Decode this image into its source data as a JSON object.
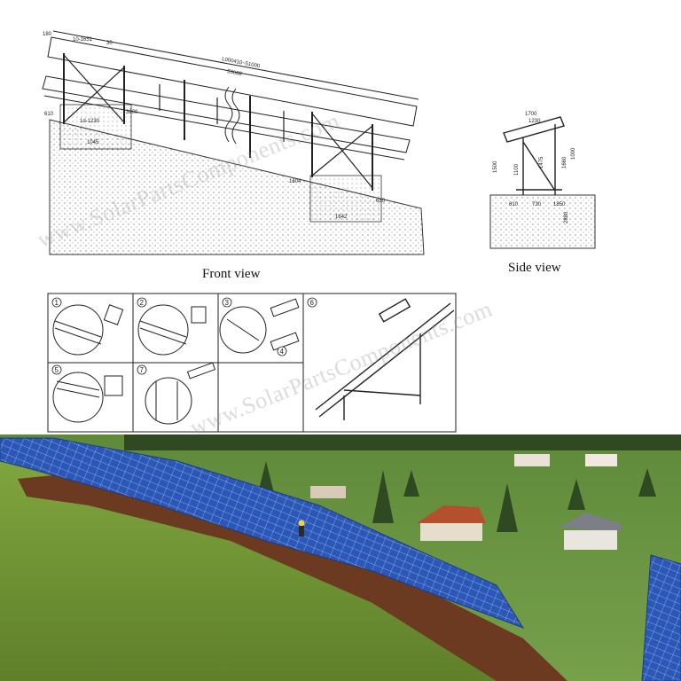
{
  "diagram": {
    "front_caption": "Front view",
    "side_caption": "Side view",
    "front_dims": [
      "180",
      "10-1651",
      "30",
      "L000410~51000",
      "53688",
      "3600",
      "610",
      "1d-1230",
      "1045",
      "1604",
      "1642",
      "650"
    ],
    "side_dims": [
      "1700",
      "1230",
      "1500",
      "1100",
      "1660",
      "1475",
      "610",
      "730",
      "1850",
      "1000",
      "2880"
    ],
    "steps": [
      "1",
      "2",
      "3",
      "4",
      "5",
      "6",
      "7"
    ],
    "watermark": "www.SolarPartsComponents.com"
  },
  "colors": {
    "panel": "#2b58b8",
    "grass": "#6f8f33",
    "mulch": "#6b3a20",
    "sky": "#eef2f4"
  }
}
